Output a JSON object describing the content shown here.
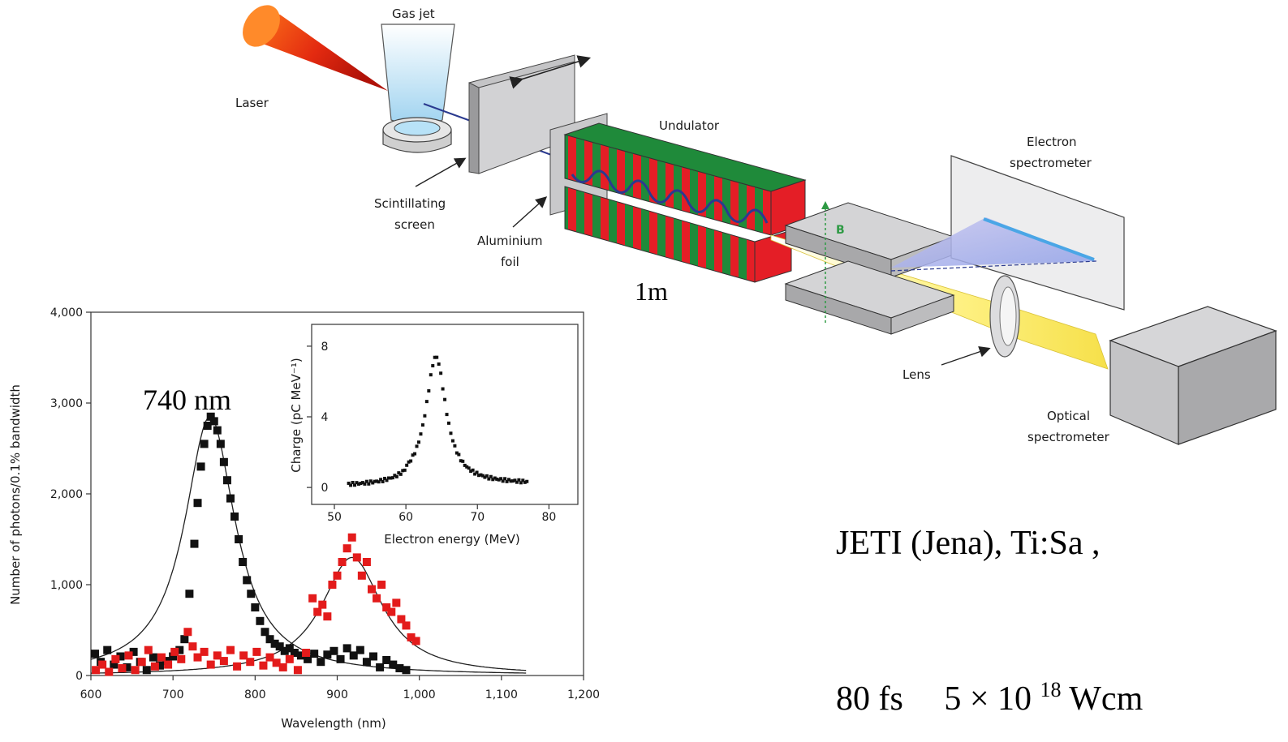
{
  "setup": {
    "labels": {
      "gas_jet": "Gas jet",
      "laser": "Laser",
      "scintillating_screen_1": "Scintillating",
      "scintillating_screen_2": "screen",
      "aluminium_foil_1": "Aluminium",
      "aluminium_foil_2": "foil",
      "undulator": "Undulator",
      "undulator_length": "1m",
      "magnet_field": "B",
      "electron_spectrometer_1": "Electron",
      "electron_spectrometer_2": "spectrometer",
      "lens": "Lens",
      "optical_spectrometer_1": "Optical",
      "optical_spectrometer_2": "spectrometer"
    },
    "colors": {
      "laser_red": "#e32a10",
      "undulator_red": "#e41e26",
      "undulator_green": "#1f8a3a",
      "electron_beam": "#2b3a8f",
      "light_beam": "#ffe95a",
      "box_gray": "#bdbdbf"
    }
  },
  "caption": {
    "line1": "JETI (Jena), Ti:Sa ,",
    "line2_a": "80 fs",
    "line2_b": "5 × 10",
    "line2_exp": "18",
    "line2_c": "Wcm"
  },
  "chart_data": [
    {
      "type": "scatter",
      "xlabel": "Wavelength (nm)",
      "ylabel": "Number of photons/0.1% bandwidth",
      "xlim": [
        600,
        1200
      ],
      "ylim": [
        0,
        4000
      ],
      "xticks": [
        "600",
        "700",
        "800",
        "900",
        "1,000",
        "1,100",
        "1,200"
      ],
      "yticks": [
        "0",
        "1,000",
        "2,000",
        "3,000",
        "4,000"
      ],
      "annotation": "740 nm",
      "series": [
        {
          "color": "#111111",
          "points": [
            [
              605,
              240
            ],
            [
              612,
              150
            ],
            [
              620,
              280
            ],
            [
              628,
              120
            ],
            [
              636,
              210
            ],
            [
              644,
              90
            ],
            [
              652,
              260
            ],
            [
              660,
              150
            ],
            [
              668,
              60
            ],
            [
              676,
              200
            ],
            [
              684,
              110
            ],
            [
              692,
              160
            ],
            [
              700,
              210
            ],
            [
              708,
              280
            ],
            [
              714,
              400
            ],
            [
              720,
              900
            ],
            [
              726,
              1450
            ],
            [
              730,
              1900
            ],
            [
              734,
              2300
            ],
            [
              738,
              2550
            ],
            [
              742,
              2750
            ],
            [
              746,
              2850
            ],
            [
              750,
              2800
            ],
            [
              754,
              2700
            ],
            [
              758,
              2550
            ],
            [
              762,
              2350
            ],
            [
              766,
              2150
            ],
            [
              770,
              1950
            ],
            [
              775,
              1750
            ],
            [
              780,
              1500
            ],
            [
              785,
              1250
            ],
            [
              790,
              1050
            ],
            [
              795,
              900
            ],
            [
              800,
              750
            ],
            [
              806,
              600
            ],
            [
              812,
              480
            ],
            [
              818,
              400
            ],
            [
              824,
              350
            ],
            [
              830,
              320
            ],
            [
              836,
              270
            ],
            [
              842,
              300
            ],
            [
              848,
              250
            ],
            [
              856,
              220
            ],
            [
              864,
              180
            ],
            [
              872,
              240
            ],
            [
              880,
              150
            ],
            [
              888,
              230
            ],
            [
              896,
              270
            ],
            [
              904,
              180
            ],
            [
              912,
              300
            ],
            [
              920,
              220
            ],
            [
              928,
              280
            ],
            [
              936,
              150
            ],
            [
              944,
              210
            ],
            [
              952,
              90
            ],
            [
              960,
              170
            ],
            [
              968,
              120
            ],
            [
              976,
              80
            ],
            [
              984,
              60
            ]
          ]
        },
        {
          "color": "#e31b1b",
          "points": [
            [
              606,
              60
            ],
            [
              614,
              120
            ],
            [
              622,
              40
            ],
            [
              630,
              180
            ],
            [
              638,
              80
            ],
            [
              646,
              220
            ],
            [
              654,
              60
            ],
            [
              662,
              150
            ],
            [
              670,
              280
            ],
            [
              678,
              100
            ],
            [
              686,
              200
            ],
            [
              694,
              120
            ],
            [
              702,
              260
            ],
            [
              710,
              180
            ],
            [
              718,
              480
            ],
            [
              724,
              320
            ],
            [
              730,
              200
            ],
            [
              738,
              260
            ],
            [
              746,
              120
            ],
            [
              754,
              220
            ],
            [
              762,
              160
            ],
            [
              770,
              280
            ],
            [
              778,
              100
            ],
            [
              786,
              220
            ],
            [
              794,
              150
            ],
            [
              802,
              260
            ],
            [
              810,
              110
            ],
            [
              818,
              200
            ],
            [
              826,
              140
            ],
            [
              834,
              90
            ],
            [
              842,
              180
            ],
            [
              852,
              60
            ],
            [
              862,
              250
            ],
            [
              870,
              850
            ],
            [
              876,
              700
            ],
            [
              882,
              780
            ],
            [
              888,
              650
            ],
            [
              894,
              1000
            ],
            [
              900,
              1100
            ],
            [
              906,
              1250
            ],
            [
              912,
              1400
            ],
            [
              918,
              1520
            ],
            [
              924,
              1300
            ],
            [
              930,
              1100
            ],
            [
              936,
              1250
            ],
            [
              942,
              950
            ],
            [
              948,
              850
            ],
            [
              954,
              1000
            ],
            [
              960,
              750
            ],
            [
              966,
              700
            ],
            [
              972,
              800
            ],
            [
              978,
              620
            ],
            [
              984,
              550
            ],
            [
              990,
              420
            ],
            [
              996,
              380
            ]
          ]
        }
      ],
      "fits": [
        {
          "center": 745,
          "amplitude": 2850,
          "fwhm": 75
        },
        {
          "center": 918,
          "amplitude": 1300,
          "fwhm": 90
        }
      ]
    },
    {
      "type": "scatter",
      "xlabel": "Electron energy (MeV)",
      "ylabel": "Charge (pC MeV⁻¹)",
      "xlim": [
        50,
        82
      ],
      "ylim": [
        -0.5,
        8.5
      ],
      "xticks": [
        "50",
        "60",
        "70",
        "80"
      ],
      "yticks": [
        "0",
        "4",
        "8"
      ],
      "peak": {
        "center": 64.2,
        "amplitude": 7.2,
        "fwhm": 3.4,
        "baseline": 0.05
      },
      "x_range": [
        52,
        77
      ]
    }
  ]
}
